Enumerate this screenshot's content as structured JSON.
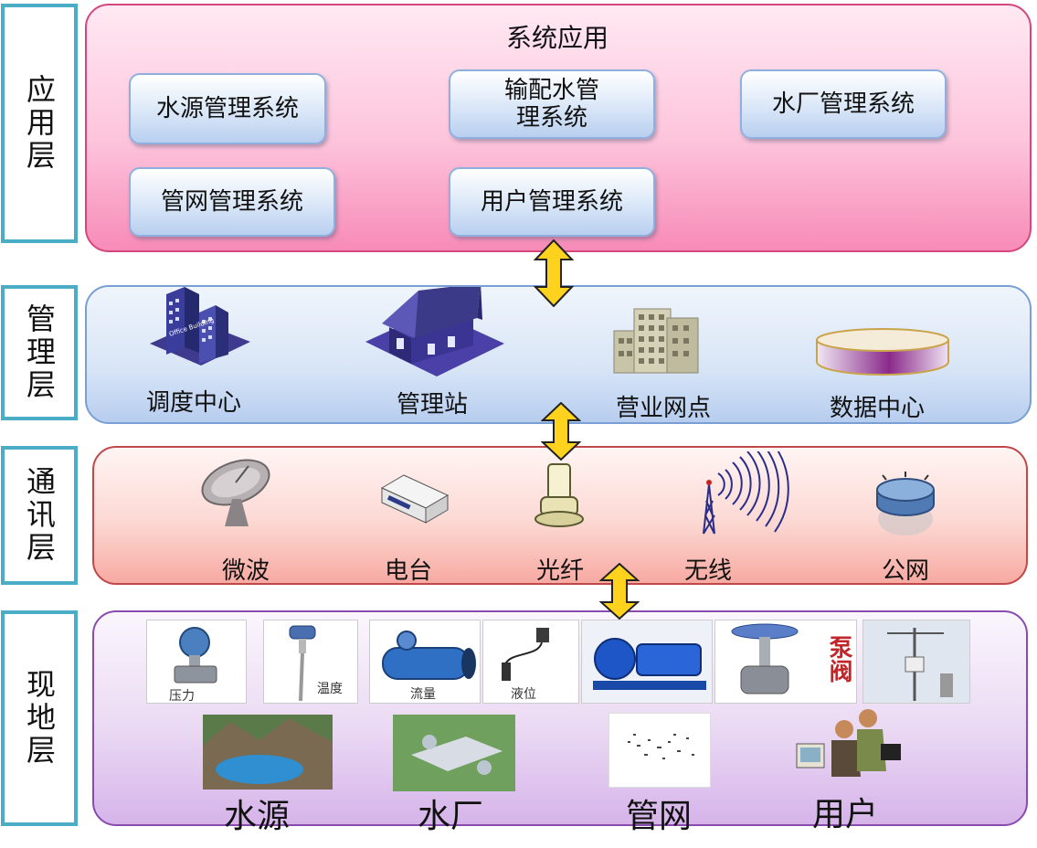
{
  "layers": {
    "app": "应用层",
    "mgmt": "管理层",
    "comm": "通讯层",
    "field": "现地层"
  },
  "app_band": {
    "title": "系统应用",
    "systems": [
      "水源管理系统",
      "输配水管理系统",
      "水厂管理系统",
      "管网管理系统",
      "用户管理系统"
    ]
  },
  "mgmt_band": {
    "items": [
      "调度中心",
      "管理站",
      "营业网点",
      "数据中心"
    ],
    "icons": [
      "office-building-icon",
      "house-icon",
      "apartment-building-icon",
      "database-disk-icon"
    ],
    "building_sign": "Office Building"
  },
  "comm_band": {
    "items": [
      "微波",
      "电台",
      "光纤",
      "无线",
      "公网"
    ],
    "icons": [
      "satellite-dish-icon",
      "radio-box-icon",
      "fiber-connector-icon",
      "wireless-tower-icon",
      "public-network-icon"
    ]
  },
  "field_band": {
    "sensors": [
      "压力",
      "温度",
      "流量",
      "液位"
    ],
    "valve_sign": "泵阀",
    "sites": [
      "水源",
      "水厂",
      "管网",
      "用户"
    ]
  },
  "colors": {
    "side_border": "#4bacc6",
    "app_band": "#f78bb7",
    "mgmt_band": "#b7cdef",
    "comm_band": "#f7aaa2",
    "field_band": "#d6b4ea",
    "arrow_fill": "#ffd21e"
  }
}
